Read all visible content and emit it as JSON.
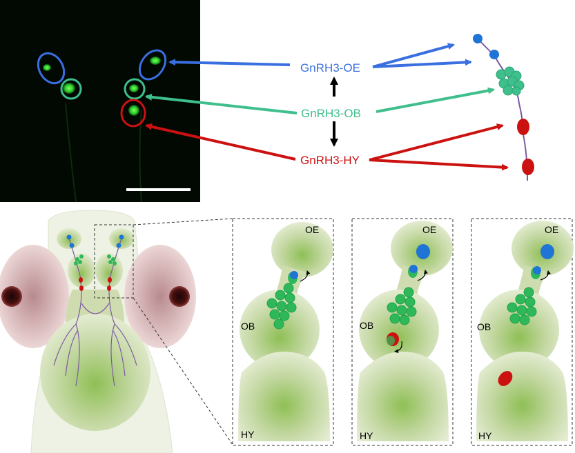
{
  "labels": {
    "gnrh3_oe": "GnRH3-OE",
    "gnrh3_ob": "GnRH3-OB",
    "gnrh3_hy": "GnRH3-HY"
  },
  "panels": [
    {
      "oe": "OE",
      "ob": "OB",
      "hy": "HY"
    },
    {
      "oe": "OE",
      "ob": "OB",
      "hy": "HY"
    },
    {
      "oe": "OE",
      "ob": "OB",
      "hy": "HY"
    }
  ],
  "colors": {
    "oe_blue": "#3a6fe0",
    "ob_green": "#3fbf8c",
    "hy_red": "#cc1111",
    "cell_green": "#2fb85a",
    "cell_blue": "#1f74d6",
    "axon_purple": "#7a5aa0",
    "tissue_green": "#cfdcb0"
  }
}
